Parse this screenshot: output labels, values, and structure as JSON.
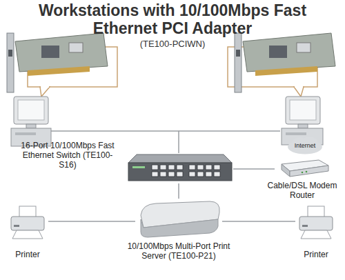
{
  "diagram": {
    "title": "Workstations with 10/100Mbps Fast Ethernet PCI Adapter",
    "nodes": [
      {
        "text": [
          "Internet"
        ]
      },
      {
        "text": [
          "16-Port 10/100Mbps Fast Ethernet Switch (TE100-S16)"
        ]
      },
      {
        "text": [
          "Cable/DSL Modem Router"
        ]
      },
      {
        "text": [
          "Printer"
        ]
      },
      {
        "text": [
          "10/100Mbps Multi-Port Print Server (TE100-P21)"
        ]
      },
      {
        "text": [
          "Printer"
        ]
      }
    ],
    "edges": [
      {
        "from": 1,
        "to": 2,
        "arrow": "none"
      },
      {
        "from": 1,
        "to": 4,
        "arrow": "none"
      },
      {
        "from": 4,
        "to": 3,
        "arrow": "none"
      },
      {
        "from": 4,
        "to": 5,
        "arrow": "none"
      }
    ],
    "labels": [
      "(TE100-PCIWN)"
    ]
  }
}
